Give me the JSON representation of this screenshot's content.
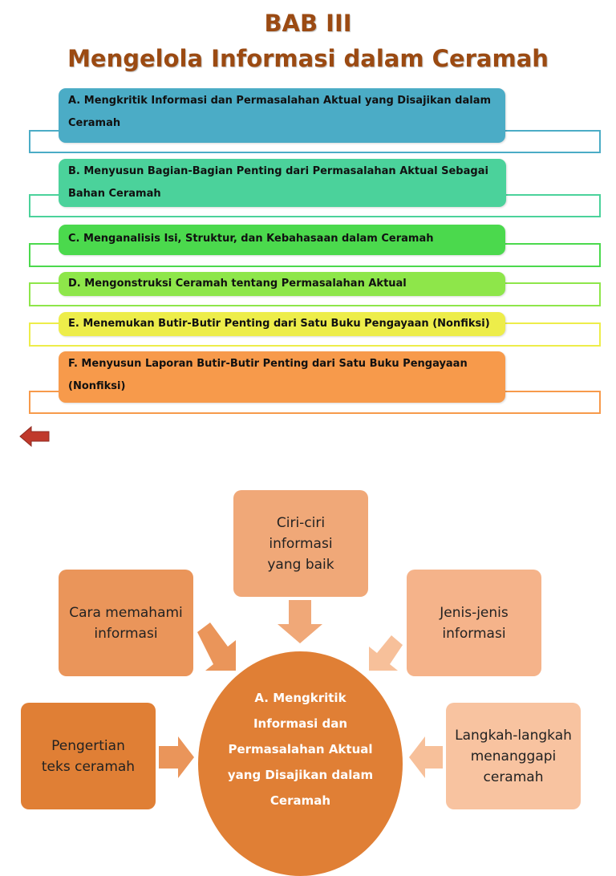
{
  "header": {
    "title_line1": "BAB III",
    "title_line2": "Mengelola Informasi dalam Ceramah"
  },
  "menu": [
    {
      "label": "A. Mengkritik Informasi dan Permasalahan Aktual yang Disajikan dalam Ceramah",
      "color": "#4bacc6",
      "border": "#4bacc6"
    },
    {
      "label": "B. Menyusun Bagian-Bagian Penting dari Permasalahan Aktual Sebagai Bahan Ceramah",
      "color": "#4bd29b",
      "border": "#4bd29b"
    },
    {
      "label": "C. Menganalisis Isi, Struktur, dan Kebahasaan dalam Ceramah",
      "color": "#4bd94d",
      "border": "#4bd94d"
    },
    {
      "label": "D. Mengonstruksi Ceramah tentang Permasalahan Aktual",
      "color": "#8ee64a",
      "border": "#8ee64a"
    },
    {
      "label": "E. Menemukan Butir-Butir Penting dari Satu Buku Pengayaan (Nonfiksi)",
      "color": "#eded4a",
      "border": "#eded4a"
    },
    {
      "label": "F. Menyusun Laporan Butir-Butir Penting dari Satu Buku Pengayaan (Nonfiksi)",
      "color": "#f79a4b",
      "border": "#f79a4b"
    }
  ],
  "nav": {
    "back_icon": "back-arrow-icon",
    "back_color": "#c0392b"
  },
  "diagram": {
    "center": "A. Mengkritik Informasi dan Permasalahan Aktual yang Disajikan dalam Ceramah",
    "top": "Ciri-ciri informasi yang baik",
    "upper_left": "Cara memahami informasi",
    "upper_right": "Jenis-jenis informasi",
    "lower_left": "Pengertian teks ceramah",
    "lower_right": "Langkah-langkah menanggapi ceramah"
  }
}
